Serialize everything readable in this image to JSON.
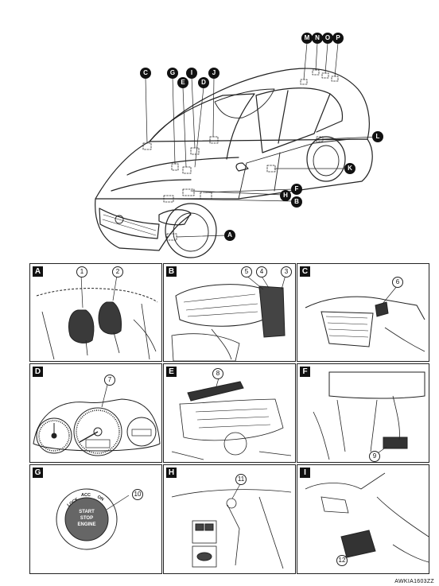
{
  "overview": {
    "callouts": [
      {
        "id": "callout-c",
        "text": "C"
      },
      {
        "id": "callout-g",
        "text": "G"
      },
      {
        "id": "callout-e",
        "text": "E"
      },
      {
        "id": "callout-i",
        "text": "I"
      },
      {
        "id": "callout-d",
        "text": "D"
      },
      {
        "id": "callout-j",
        "text": "J"
      },
      {
        "id": "callout-m",
        "text": "M"
      },
      {
        "id": "callout-n",
        "text": "N"
      },
      {
        "id": "callout-o",
        "text": "O"
      },
      {
        "id": "callout-p",
        "text": "P"
      },
      {
        "id": "callout-l",
        "text": "L"
      },
      {
        "id": "callout-k",
        "text": "K"
      },
      {
        "id": "callout-f",
        "text": "F"
      },
      {
        "id": "callout-h",
        "text": "H"
      },
      {
        "id": "callout-b",
        "text": "B"
      },
      {
        "id": "callout-a",
        "text": "A"
      }
    ]
  },
  "panels": [
    {
      "tag": "A",
      "numbers": [
        "1",
        "2"
      ]
    },
    {
      "tag": "B",
      "numbers": [
        "5",
        "4",
        "3"
      ]
    },
    {
      "tag": "C",
      "numbers": [
        "6"
      ]
    },
    {
      "tag": "D",
      "numbers": [
        "7"
      ]
    },
    {
      "tag": "E",
      "numbers": [
        "8"
      ]
    },
    {
      "tag": "F",
      "numbers": [
        "9"
      ]
    },
    {
      "tag": "G",
      "numbers": [
        "10"
      ]
    },
    {
      "tag": "H",
      "numbers": [
        "11"
      ]
    },
    {
      "tag": "I",
      "numbers": [
        "12"
      ]
    }
  ],
  "switch": {
    "ring_lock": "LOCK",
    "ring_acc": "ACC",
    "ring_on": "ON",
    "line1": "START",
    "line2": "STOP",
    "line3": "ENGINE"
  },
  "figure_code": "AWKIA1603ZZ"
}
